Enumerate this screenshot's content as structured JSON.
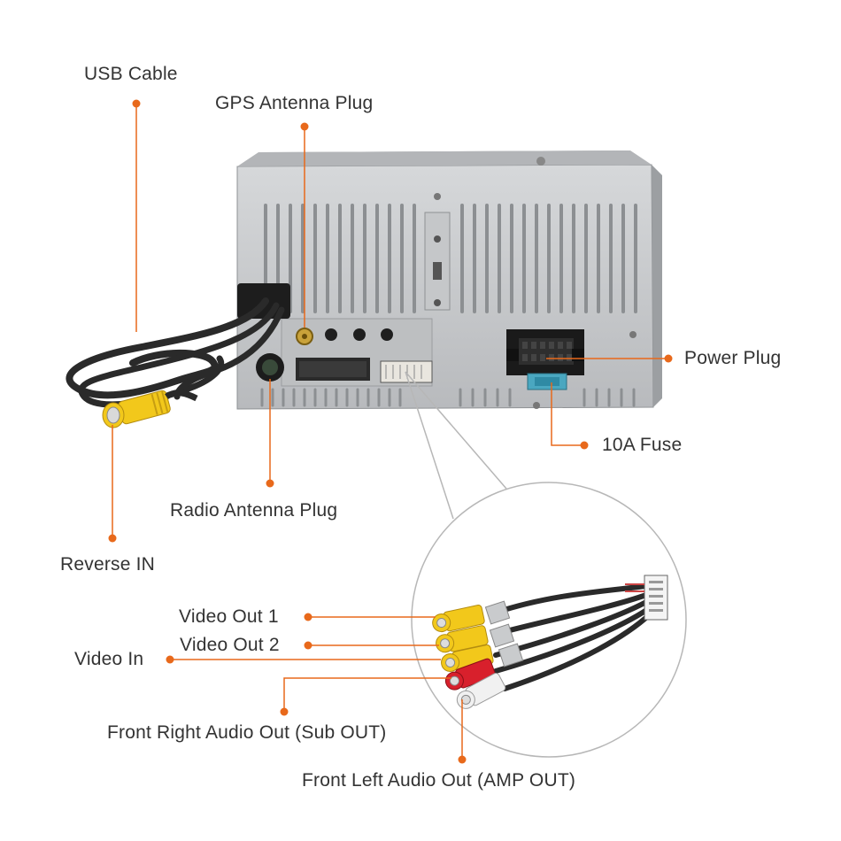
{
  "colors": {
    "leader": "#e8691b",
    "text": "#333333",
    "metal": "#c8cacc",
    "cable": "#2a2a2a",
    "rca_yellow": "#f2c81b",
    "rca_red": "#d8202c",
    "rca_white": "#f1f1f1",
    "fuse": "#4aa7c0"
  },
  "labels": {
    "usb_cable": "USB Cable",
    "gps_antenna_plug": "GPS Antenna Plug",
    "power_plug": "Power Plug",
    "fuse_10a": "10A Fuse",
    "radio_antenna_plug": "Radio Antenna Plug",
    "reverse_in": "Reverse IN",
    "video_out_1": "Video Out 1",
    "video_out_2": "Video Out 2",
    "video_in": "Video In",
    "front_right_audio_out": "Front Right Audio Out (Sub OUT)",
    "front_left_audio_out": "Front Left Audio Out (AMP OUT)"
  },
  "icons": {
    "head_unit": "car-stereo-rear-panel",
    "zoom": "magnifier-callout-circle"
  }
}
